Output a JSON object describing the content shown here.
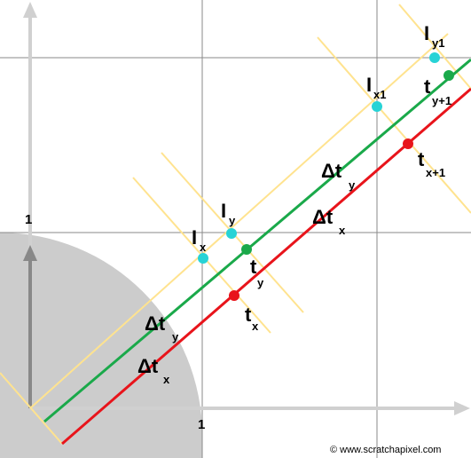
{
  "colors": {
    "background": "#ffffff",
    "grid": "#8a8a8a",
    "axis": "#bdbdbd",
    "disk": "#cccccc",
    "yellow": "#ffe38f",
    "green": "#1aa94a",
    "red": "#e8141b",
    "cyan": "#27d3d6"
  },
  "axes": {
    "x_one": "1",
    "y_one": "1"
  },
  "labels": {
    "ix": {
      "main": "I",
      "sub": "x"
    },
    "iy": {
      "main": "I",
      "sub": "y"
    },
    "ix1": {
      "main": "I",
      "sub": "x1"
    },
    "iy1": {
      "main": "I",
      "sub": "y1"
    },
    "ty": {
      "main": "t",
      "sub": "y"
    },
    "tx": {
      "main": "t",
      "sub": "x"
    },
    "ty1": {
      "main": "t",
      "sub": "y+1"
    },
    "tx1": {
      "main": "t",
      "sub": "x+1"
    },
    "dty_mid": {
      "main": "Δt",
      "sub": "y"
    },
    "dtx_mid": {
      "main": "Δt",
      "sub": "x"
    },
    "dty_low": {
      "main": "Δt",
      "sub": "y"
    },
    "dtx_low": {
      "main": "Δt",
      "sub": "x"
    }
  },
  "credit": "© www.scratchapixel.com"
}
